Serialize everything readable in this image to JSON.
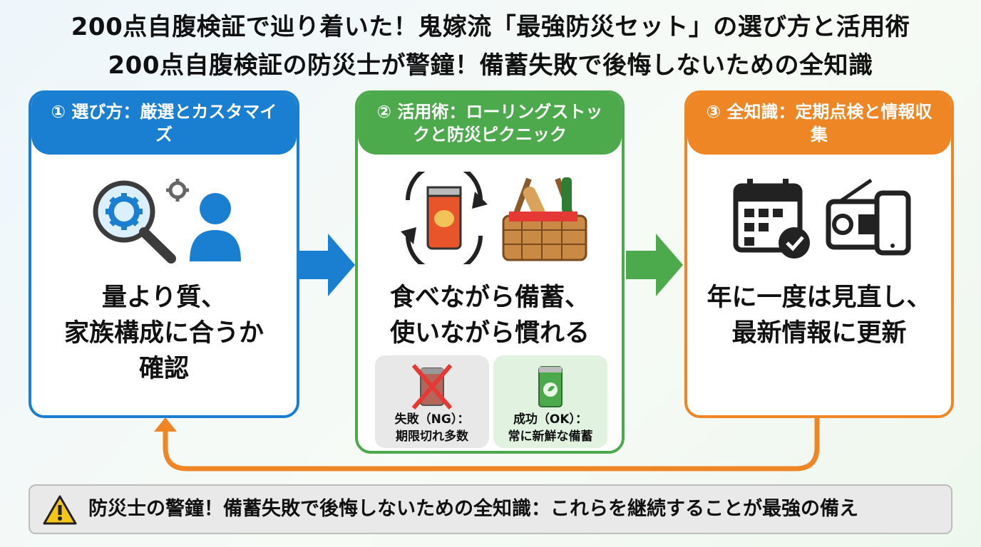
{
  "titles": {
    "line1": "200点自腹検証で辿り着いた！鬼嫁流「最強防災セット」の選び方と活用術",
    "line2": "200点自腹検証の防災士が警鐘！備蓄失敗で後悔しないための全知識"
  },
  "steps": [
    {
      "heading": "① 選び方：厳選とカスタマイズ",
      "body": [
        "量より質、",
        "家族構成に合うか",
        "確認"
      ],
      "color": "#1a7fd0",
      "icons": [
        "magnifier-gear-icon",
        "gear-icon",
        "person-icon"
      ]
    },
    {
      "heading": "② 活用術：ローリングストックと防災ピクニック",
      "body": [
        "食べながら備蓄、",
        "使いながら慣れる"
      ],
      "color": "#4caa4c",
      "icons": [
        "rotating-can-icon",
        "picnic-basket-icon"
      ],
      "examples": [
        {
          "label": "失敗（NG）：",
          "detail": "期限切れ多数",
          "icon": "expired-can-crossed-icon"
        },
        {
          "label": "成功（OK）：",
          "detail": "常に新鮮な備蓄",
          "icon": "fresh-can-icon"
        }
      ]
    },
    {
      "heading": "③ 全知識：定期点検と情報収集",
      "body": [
        "年に一度は見直し、",
        "最新情報に更新"
      ],
      "color": "#ef8625",
      "icons": [
        "calendar-check-icon",
        "radio-icon",
        "smartphone-icon"
      ]
    }
  ],
  "banner": {
    "icon": "warning-icon",
    "text": "防災士の警鐘！備蓄失敗で後悔しないための全知識：これらを継続することが最強の備え"
  }
}
